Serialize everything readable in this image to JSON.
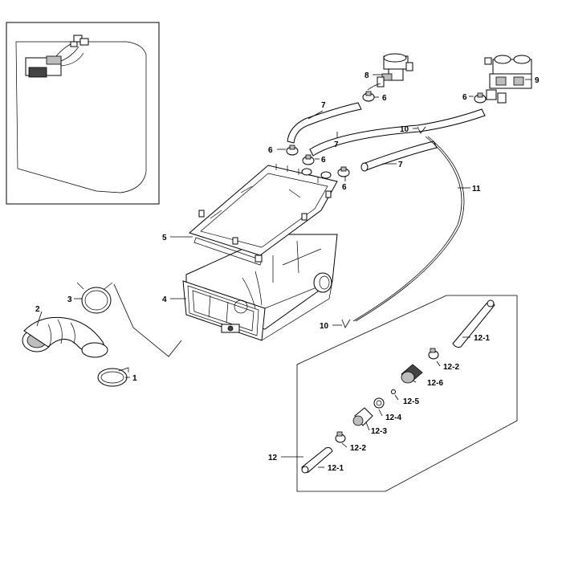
{
  "labels": {
    "l1": "1",
    "l2": "2",
    "l3": "3",
    "l4": "4",
    "l5": "5",
    "l6a": "6",
    "l6b": "6",
    "l6c": "6",
    "l6d": "6",
    "l6e": "6",
    "l7a": "7",
    "l7b": "7",
    "l7c": "7",
    "l8": "8",
    "l9": "9",
    "l10a": "10",
    "l10b": "10",
    "l11": "11",
    "l12": "12",
    "l12_1a": "12-1",
    "l12_1b": "12-1",
    "l12_2a": "12-2",
    "l12_2b": "12-2",
    "l12_3": "12-3",
    "l12_4": "12-4",
    "l12_5": "12-5",
    "l12_6": "12-6"
  }
}
